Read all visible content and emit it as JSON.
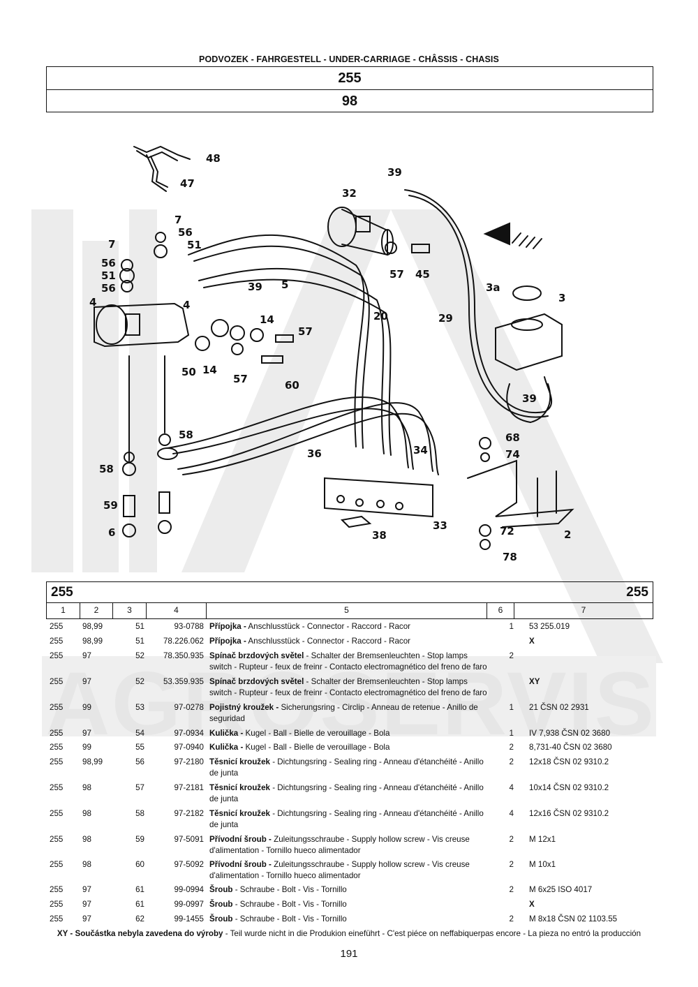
{
  "header": {
    "section_title": "PODVOZEK - FAHRGESTELL - UNDER-CARRIAGE - CHÂSSIS - CHASIS",
    "group": "255",
    "subgroup": "98"
  },
  "diagram_labels": {
    "l48": "48",
    "l47": "47",
    "l39a": "39",
    "l32": "32",
    "l7a": "7",
    "l7b": "7",
    "l56a": "56",
    "l51a": "51",
    "l56b": "56",
    "l51b": "51",
    "l56c": "56",
    "l4a": "4",
    "l4b": "4",
    "l39b": "39",
    "l5": "5",
    "l20": "20",
    "l14a": "14",
    "l57a": "57",
    "l45": "45",
    "l57b": "57",
    "l50": "50",
    "l14b": "14",
    "l57c": "57",
    "l60": "60",
    "l29": "29",
    "l3a": "3a",
    "l3": "3",
    "l39c": "39",
    "l58a": "58",
    "l58b": "58",
    "l59": "59",
    "l6": "6",
    "l36": "36",
    "l34": "34",
    "l68": "68",
    "l74": "74",
    "l33": "33",
    "l38": "38",
    "l72": "72",
    "l2": "2",
    "l78": "78"
  },
  "table": {
    "group_left": "255",
    "group_right": "255",
    "columns": [
      "1",
      "2",
      "3",
      "4",
      "5",
      "6",
      "7"
    ],
    "rows": [
      {
        "c1": "255",
        "c2": "98,99",
        "c3": "51",
        "c4": "93-0788",
        "name": "Přípojka -",
        "desc": " Anschlusstück - Connector - Raccord - Racor",
        "qty": "1",
        "note": "53 255.019",
        "x": false
      },
      {
        "c1": "255",
        "c2": "98,99",
        "c3": "51",
        "c4": "78.226.062",
        "name": "Přípojka -",
        "desc": " Anschlusstück - Connector - Raccord - Racor",
        "qty": "",
        "note": "X",
        "x": true
      },
      {
        "c1": "255",
        "c2": "97",
        "c3": "52",
        "c4": "78.350.935",
        "name": "Spínač brzdových světel",
        "desc": " - Schalter der Bremsenleuchten - Stop lamps switch - Rupteur - feux de freinr - Contacto electromagnético del freno de faro",
        "qty": "2",
        "note": "",
        "x": false
      },
      {
        "c1": "255",
        "c2": "97",
        "c3": "52",
        "c4": "53.359.935",
        "name": "Spínač brzdových světel",
        "desc": " - Schalter der Bremsenleuchten - Stop lamps switch - Rupteur - feux de freinr - Contacto electromagnético del freno de faro",
        "qty": "",
        "note": "XY",
        "x": true
      },
      {
        "c1": "255",
        "c2": "99",
        "c3": "53",
        "c4": "97-0278",
        "name": "Pojistný kroužek -",
        "desc": " Sicherungsring - Circlip - Anneau de retenue - Anillo de seguridad",
        "qty": "1",
        "note": "21 ČSN 02 2931",
        "x": false
      },
      {
        "c1": "255",
        "c2": "97",
        "c3": "54",
        "c4": "97-0934",
        "name": "Kulička -",
        "desc": " Kugel - Ball - Bielle de verouillage - Bola",
        "qty": "1",
        "note": "IV 7,938 ČSN 02 3680",
        "x": false
      },
      {
        "c1": "255",
        "c2": "99",
        "c3": "55",
        "c4": "97-0940",
        "name": "Kulička -",
        "desc": " Kugel - Ball - Bielle de verouillage - Bola",
        "qty": "2",
        "note": "8,731-40 ČSN 02 3680",
        "x": false
      },
      {
        "c1": "255",
        "c2": "98,99",
        "c3": "56",
        "c4": "97-2180",
        "name": "Těsnicí kroužek",
        "desc": " - Dichtungsring - Sealing ring - Anneau d'étanchéité - Anillo de junta",
        "qty": "2",
        "note": "12x18 ČSN 02 9310.2",
        "x": false
      },
      {
        "c1": "255",
        "c2": "98",
        "c3": "57",
        "c4": "97-2181",
        "name": "Těsnicí kroužek",
        "desc": " - Dichtungsring - Sealing ring - Anneau d'étanchéité - Anillo de junta",
        "qty": "4",
        "note": "10x14 ČSN 02 9310.2",
        "x": false
      },
      {
        "c1": "255",
        "c2": "98",
        "c3": "58",
        "c4": "97-2182",
        "name": "Těsnicí kroužek",
        "desc": " - Dichtungsring - Sealing ring - Anneau d'étanchéité - Anillo de junta",
        "qty": "4",
        "note": "12x16 ČSN 02 9310.2",
        "x": false
      },
      {
        "c1": "255",
        "c2": "98",
        "c3": "59",
        "c4": "97-5091",
        "name": "Přívodní šroub -",
        "desc": " Zuleitungsschraube - Supply hollow screw - Vis creuse d'alimentation - Tornillo hueco alimentador",
        "qty": "2",
        "note": "M 12x1",
        "x": false
      },
      {
        "c1": "255",
        "c2": "98",
        "c3": "60",
        "c4": "97-5092",
        "name": "Přívodní šroub -",
        "desc": " Zuleitungsschraube - Supply hollow screw - Vis creuse d'alimentation - Tornillo hueco alimentador",
        "qty": "2",
        "note": "M 10x1",
        "x": false
      },
      {
        "c1": "255",
        "c2": "97",
        "c3": "61",
        "c4": "99-0994",
        "name": "Šroub",
        "desc": " - Schraube - Bolt - Vis - Tornillo",
        "qty": "2",
        "note": "M 6x25 ISO 4017",
        "x": false
      },
      {
        "c1": "255",
        "c2": "97",
        "c3": "61",
        "c4": "99-0997",
        "name": "Šroub",
        "desc": " - Schraube - Bolt - Vis - Tornillo",
        "qty": "",
        "note": "X",
        "x": true
      },
      {
        "c1": "255",
        "c2": "97",
        "c3": "62",
        "c4": "99-1455",
        "name": "Šroub",
        "desc": " - Schraube - Bolt - Vis - Tornillo",
        "qty": "2",
        "note": "M 8x18 ČSN 02 1103.55",
        "x": false
      }
    ]
  },
  "footnote": {
    "bold": "XY - Součástka nebyla zavedena do výroby",
    "rest": " - Teil wurde nicht in die Produkion eineführt - C'est piéce on neffabiquerpas encore - La pieza no entró la producción"
  },
  "page_number": "191",
  "watermark_text": "AGROSERVIS"
}
